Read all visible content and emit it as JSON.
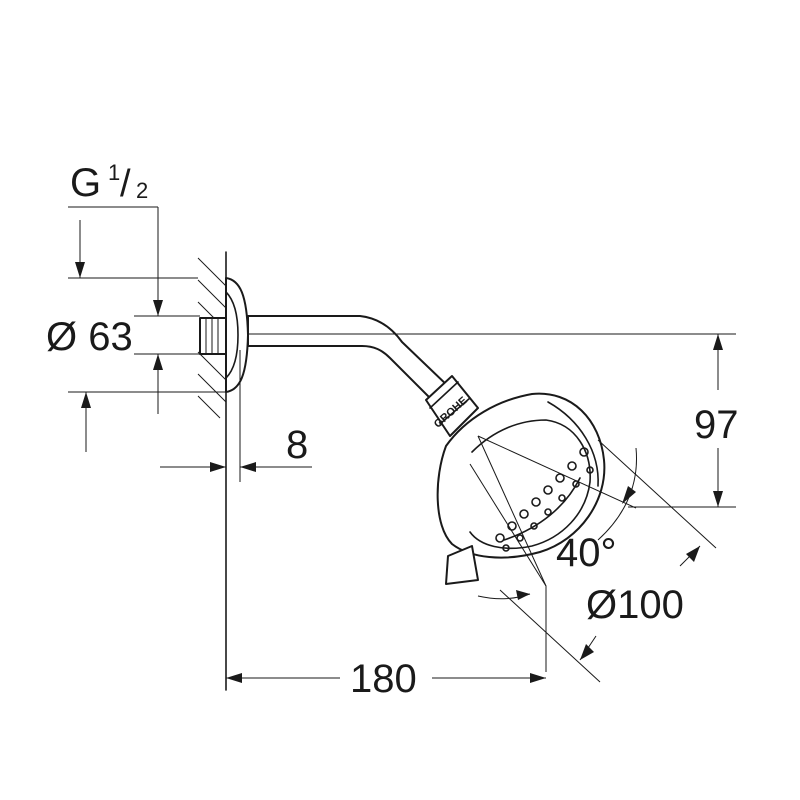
{
  "title": "Shower head with arm – dimension drawing",
  "logo_text": "GROHE",
  "dimensions": {
    "thread": {
      "main": "G",
      "num": "1",
      "den": "2"
    },
    "flange_diameter": "Ø 63",
    "wall_offset": "8",
    "height_drop": "97",
    "spray_angle": "40°",
    "head_diameter": "Ø100",
    "projection": "180"
  },
  "colors": {
    "line": "#1a1a1a",
    "background": "#ffffff"
  }
}
